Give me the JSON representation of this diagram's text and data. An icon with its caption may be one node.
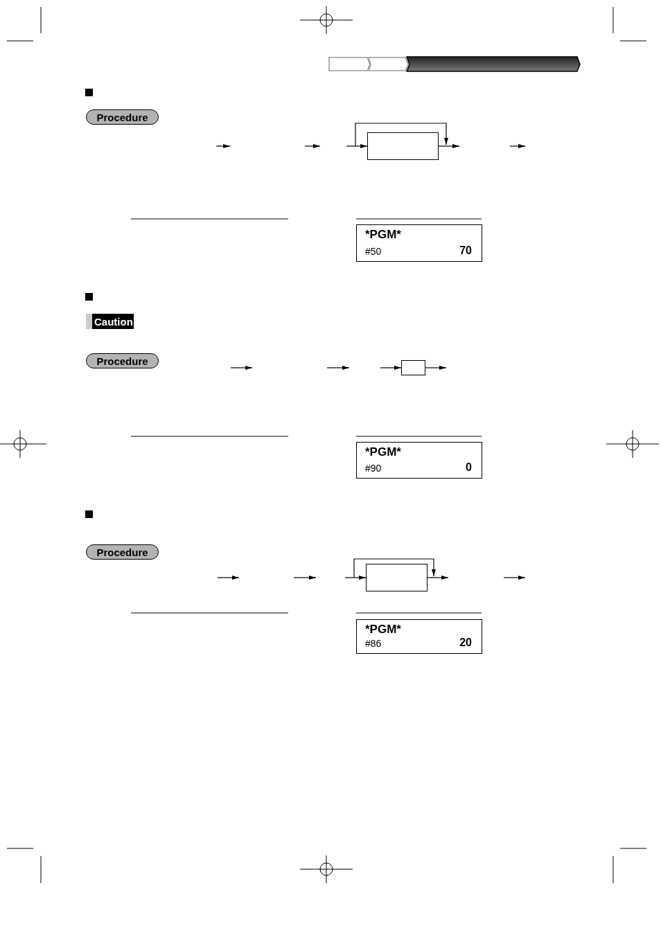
{
  "diagram": {
    "nodes": [
      {
        "text": [
          "Procedure"
        ]
      },
      {
        "text": [],
        "shape": "box"
      },
      {
        "text": [
          "*PGM*",
          "#50",
          "70"
        ]
      },
      {
        "text": [
          "Caution"
        ]
      },
      {
        "text": [
          "Procedure"
        ]
      },
      {
        "text": [],
        "shape": "box"
      },
      {
        "text": [
          "*PGM*",
          "#90",
          "0"
        ]
      },
      {
        "text": [
          "Procedure"
        ]
      },
      {
        "text": [],
        "shape": "box"
      },
      {
        "text": [
          "*PGM*",
          "#86",
          "20"
        ]
      }
    ],
    "edges": [
      {
        "from": null,
        "to": 1,
        "arrow": "to"
      },
      {
        "from": 1,
        "to": null,
        "arrow": "to"
      },
      {
        "from": null,
        "to": 5,
        "arrow": "to"
      },
      {
        "from": 5,
        "to": null,
        "arrow": "to"
      },
      {
        "from": null,
        "to": 8,
        "arrow": "to"
      },
      {
        "from": 8,
        "to": null,
        "arrow": "to"
      }
    ]
  }
}
